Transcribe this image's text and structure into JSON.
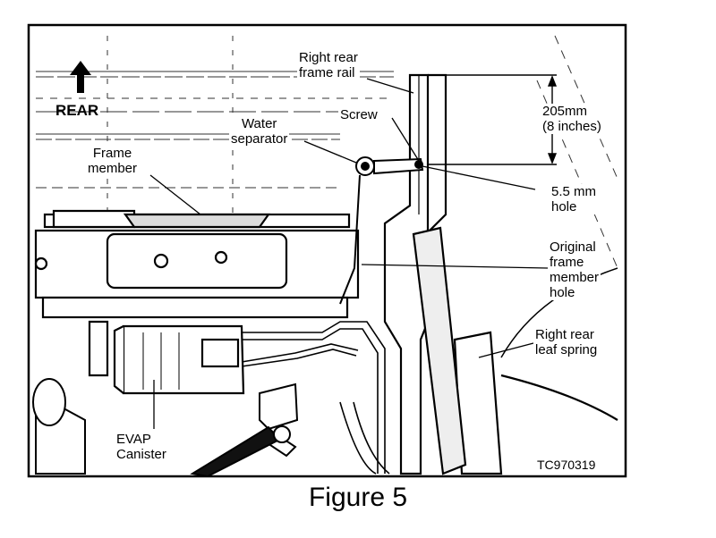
{
  "caption": "Figure 5",
  "figure_code": "TC970319",
  "direction": {
    "arrow_icon": "up-arrow-icon",
    "label": "REAR"
  },
  "callouts": {
    "right_rear_frame_rail": "Right rear\nframe rail",
    "screw": "Screw",
    "dimension": "205mm\n(8 inches)",
    "water_separator": "Water\nseparator",
    "frame_member": "Frame\nmember",
    "hole_size": "5.5 mm\nhole",
    "original_hole": "Original\nframe\nmember\nhole",
    "leaf_spring": "Right rear\nleaf spring",
    "evap_canister": "EVAP\nCanister"
  }
}
